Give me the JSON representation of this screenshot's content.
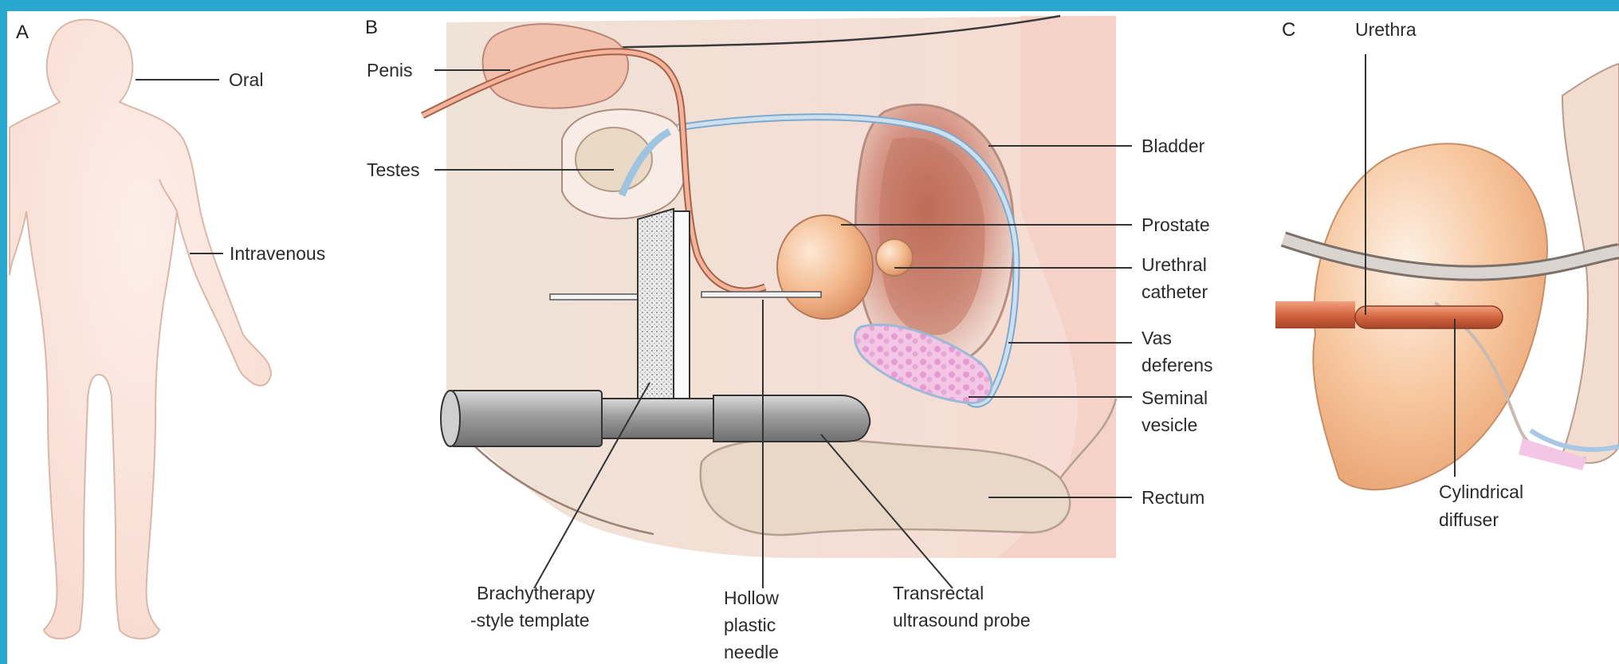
{
  "panels": {
    "a": {
      "letter": "A",
      "labels": {
        "oral": "Oral",
        "intravenous": "Intravenous"
      }
    },
    "b": {
      "letter": "B",
      "labels": {
        "penis": "Penis",
        "testes": "Testes",
        "bladder": "Bladder",
        "prostate": "Prostate",
        "urethral_catheter": [
          "Urethral",
          "catheter"
        ],
        "vas_deferens": [
          "Vas",
          "deferens"
        ],
        "seminal_vesicle": [
          "Seminal",
          "vesicle"
        ],
        "rectum": "Rectum",
        "brachytherapy_template": [
          "Brachytherapy",
          "-style template"
        ],
        "hollow_needle": [
          "Hollow",
          "plastic",
          "needle"
        ],
        "ultrasound_probe": [
          "Transrectal",
          "ultrasound probe"
        ]
      }
    },
    "c": {
      "letter": "C",
      "labels": {
        "urethra": "Urethra",
        "cylindrical_diffuser": [
          "Cylindrical",
          "diffuser"
        ]
      }
    }
  },
  "colors": {
    "accent_border": "#2aa7cf",
    "skin": "#fbe4dc",
    "body_outline": "#d8b6a8",
    "tissue": "#ecd8cc",
    "prostate": "#f1b182",
    "bladder_inner": "#c97a66",
    "vas": "#9fc4e0",
    "seminal": "#e8a9d8",
    "probe": "#a9a9a9",
    "catheter": "#d16a45",
    "leader": "#333333"
  }
}
